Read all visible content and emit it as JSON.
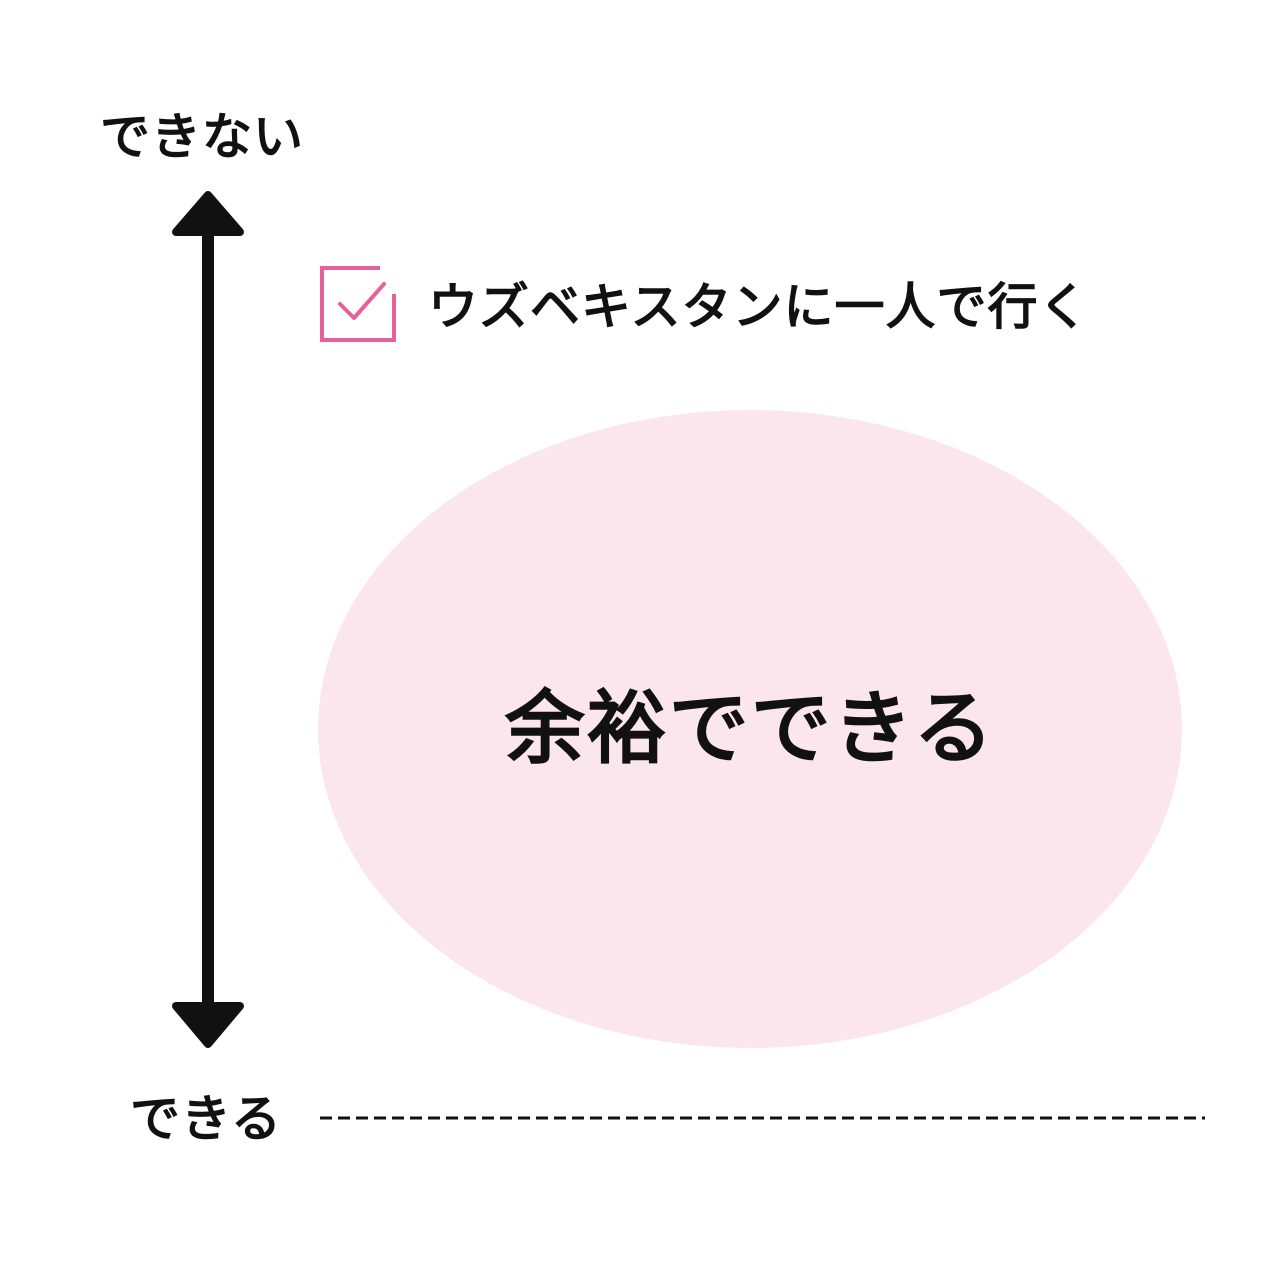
{
  "axis": {
    "top_label": "できない",
    "bottom_label": "できる"
  },
  "item": {
    "checked": true,
    "text": "ウズベキスタンに一人で行く"
  },
  "region": {
    "label": "余裕でできる"
  },
  "colors": {
    "accent": "#e8609a",
    "ellipse_fill": "#fce6ee",
    "text": "#111111",
    "arrow": "#111111"
  }
}
